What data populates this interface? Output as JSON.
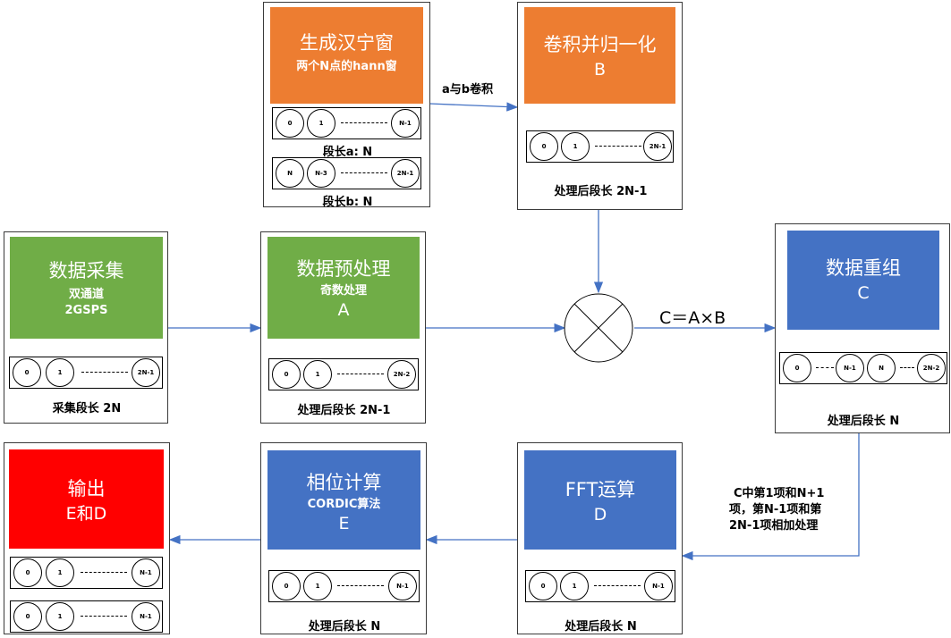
{
  "hann": {
    "title": "生成汉宁窗",
    "sub": "两个N点的hann窗",
    "seqa": [
      "0",
      "1",
      "N-1"
    ],
    "capa": "段长a: N",
    "seqb": [
      "N",
      "N-3",
      "2N-1"
    ],
    "capb": "段长b: N"
  },
  "conv": {
    "title": "卷积并归一化",
    "letter": "B",
    "seq": [
      "0",
      "1",
      "2N-1"
    ],
    "cap": "处理后段长 2N-1"
  },
  "acq": {
    "title": "数据采集",
    "sub1": "双通道",
    "sub2": "2GSPS",
    "seq": [
      "0",
      "1",
      "2N-1"
    ],
    "cap": "采集段长 2N"
  },
  "pre": {
    "title": "数据预处理",
    "sub": "奇数处理",
    "letter": "A",
    "seq": [
      "0",
      "1",
      "2N-2"
    ],
    "cap": "处理后段长 2N-1"
  },
  "reorg": {
    "title": "数据重组",
    "letter": "C",
    "seq": [
      "0",
      "N-1",
      "N",
      "2N-2"
    ],
    "cap": "处理后段长 N"
  },
  "fft": {
    "title": "FFT运算",
    "letter": "D",
    "seq": [
      "0",
      "1",
      "N-1"
    ],
    "cap": "处理后段长 N"
  },
  "phase": {
    "title": "相位计算",
    "sub": "CORDIC算法",
    "letter": "E",
    "seq": [
      "0",
      "1",
      "N-1"
    ],
    "cap": "处理后段长 N"
  },
  "out": {
    "title": "输出",
    "letter": "E和D",
    "seq1": [
      "0",
      "1",
      "N-1"
    ],
    "seq2": [
      "0",
      "1",
      "N-1"
    ]
  },
  "labels": {
    "conv_arrow": "a与b卷积",
    "mult": "C＝A×B",
    "combine1": "C中第1项和N+1",
    "combine2": "项，第N-1项和第",
    "combine3": "2N-1项相加处理"
  },
  "colors": {
    "orange": "#ED7D31",
    "green": "#70AD47",
    "blue": "#4472C4",
    "red": "#FF0000",
    "arrow": "#4472C4"
  }
}
